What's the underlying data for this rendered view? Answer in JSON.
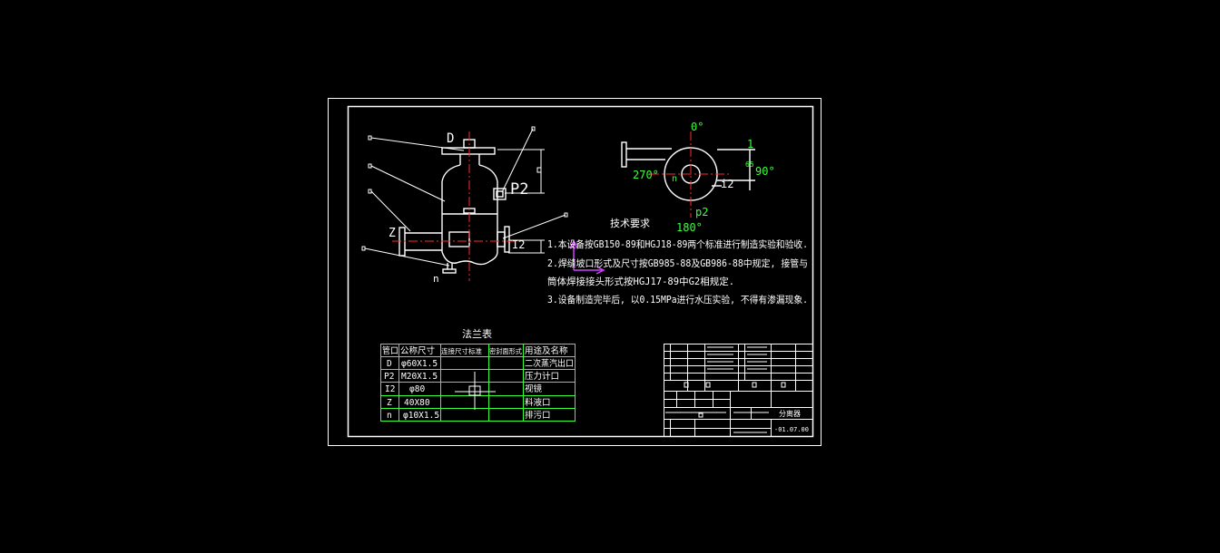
{
  "drawing": {
    "background": "#000000",
    "line_color": "#ffffff",
    "center_color": "#ff2a2a",
    "text_green": "#39ff39",
    "accent_magenta": "#d040ff",
    "front_view_labels": {
      "top_nozzle": "D",
      "side_nozzle": "P2",
      "left_nozzle": "Z",
      "right_nozzle": "I2",
      "bottom_nozzle": "n"
    },
    "plan_view": {
      "angle_top": "0°",
      "angle_left": "270°",
      "angle_right": "90°",
      "angle_bottom": "180°",
      "label_n": "n",
      "label_i2": "i2",
      "label_p2": "p2",
      "label_1": "1",
      "dim_65": "65"
    },
    "tech_requirements": {
      "title": "技术要求",
      "lines": [
        "1.本设备按GB150-89和HGJ18-89两个标准进行制造实验和验收.",
        "2.焊缝坡口形式及尺寸按GB985-88及GB986-88中规定, 接管与",
        "   筒体焊接接头形式按HGJ17-89中G2相规定.",
        "3.设备制造完毕后, 以0.15MPa进行水压实验, 不得有渗漏现象."
      ]
    },
    "flange_table": {
      "title": "法兰表",
      "headers": [
        "管口",
        "公称尺寸",
        "连接尺寸标准",
        "密封面形式",
        "用途及名称"
      ],
      "rows": [
        [
          "D",
          "φ60X1.5",
          "",
          "",
          "二次蒸汽出口"
        ],
        [
          "P2",
          "M20X1.5",
          "",
          "",
          "压力计口"
        ],
        [
          "I2",
          "φ80",
          "",
          "",
          "视镜"
        ],
        [
          "Z",
          "40X80",
          "",
          "",
          "料液口"
        ],
        [
          "n",
          "φ10X1.5",
          "",
          "",
          "排污口"
        ]
      ]
    },
    "title_block": {
      "name": "分离器",
      "code": "-01.07.00"
    }
  }
}
